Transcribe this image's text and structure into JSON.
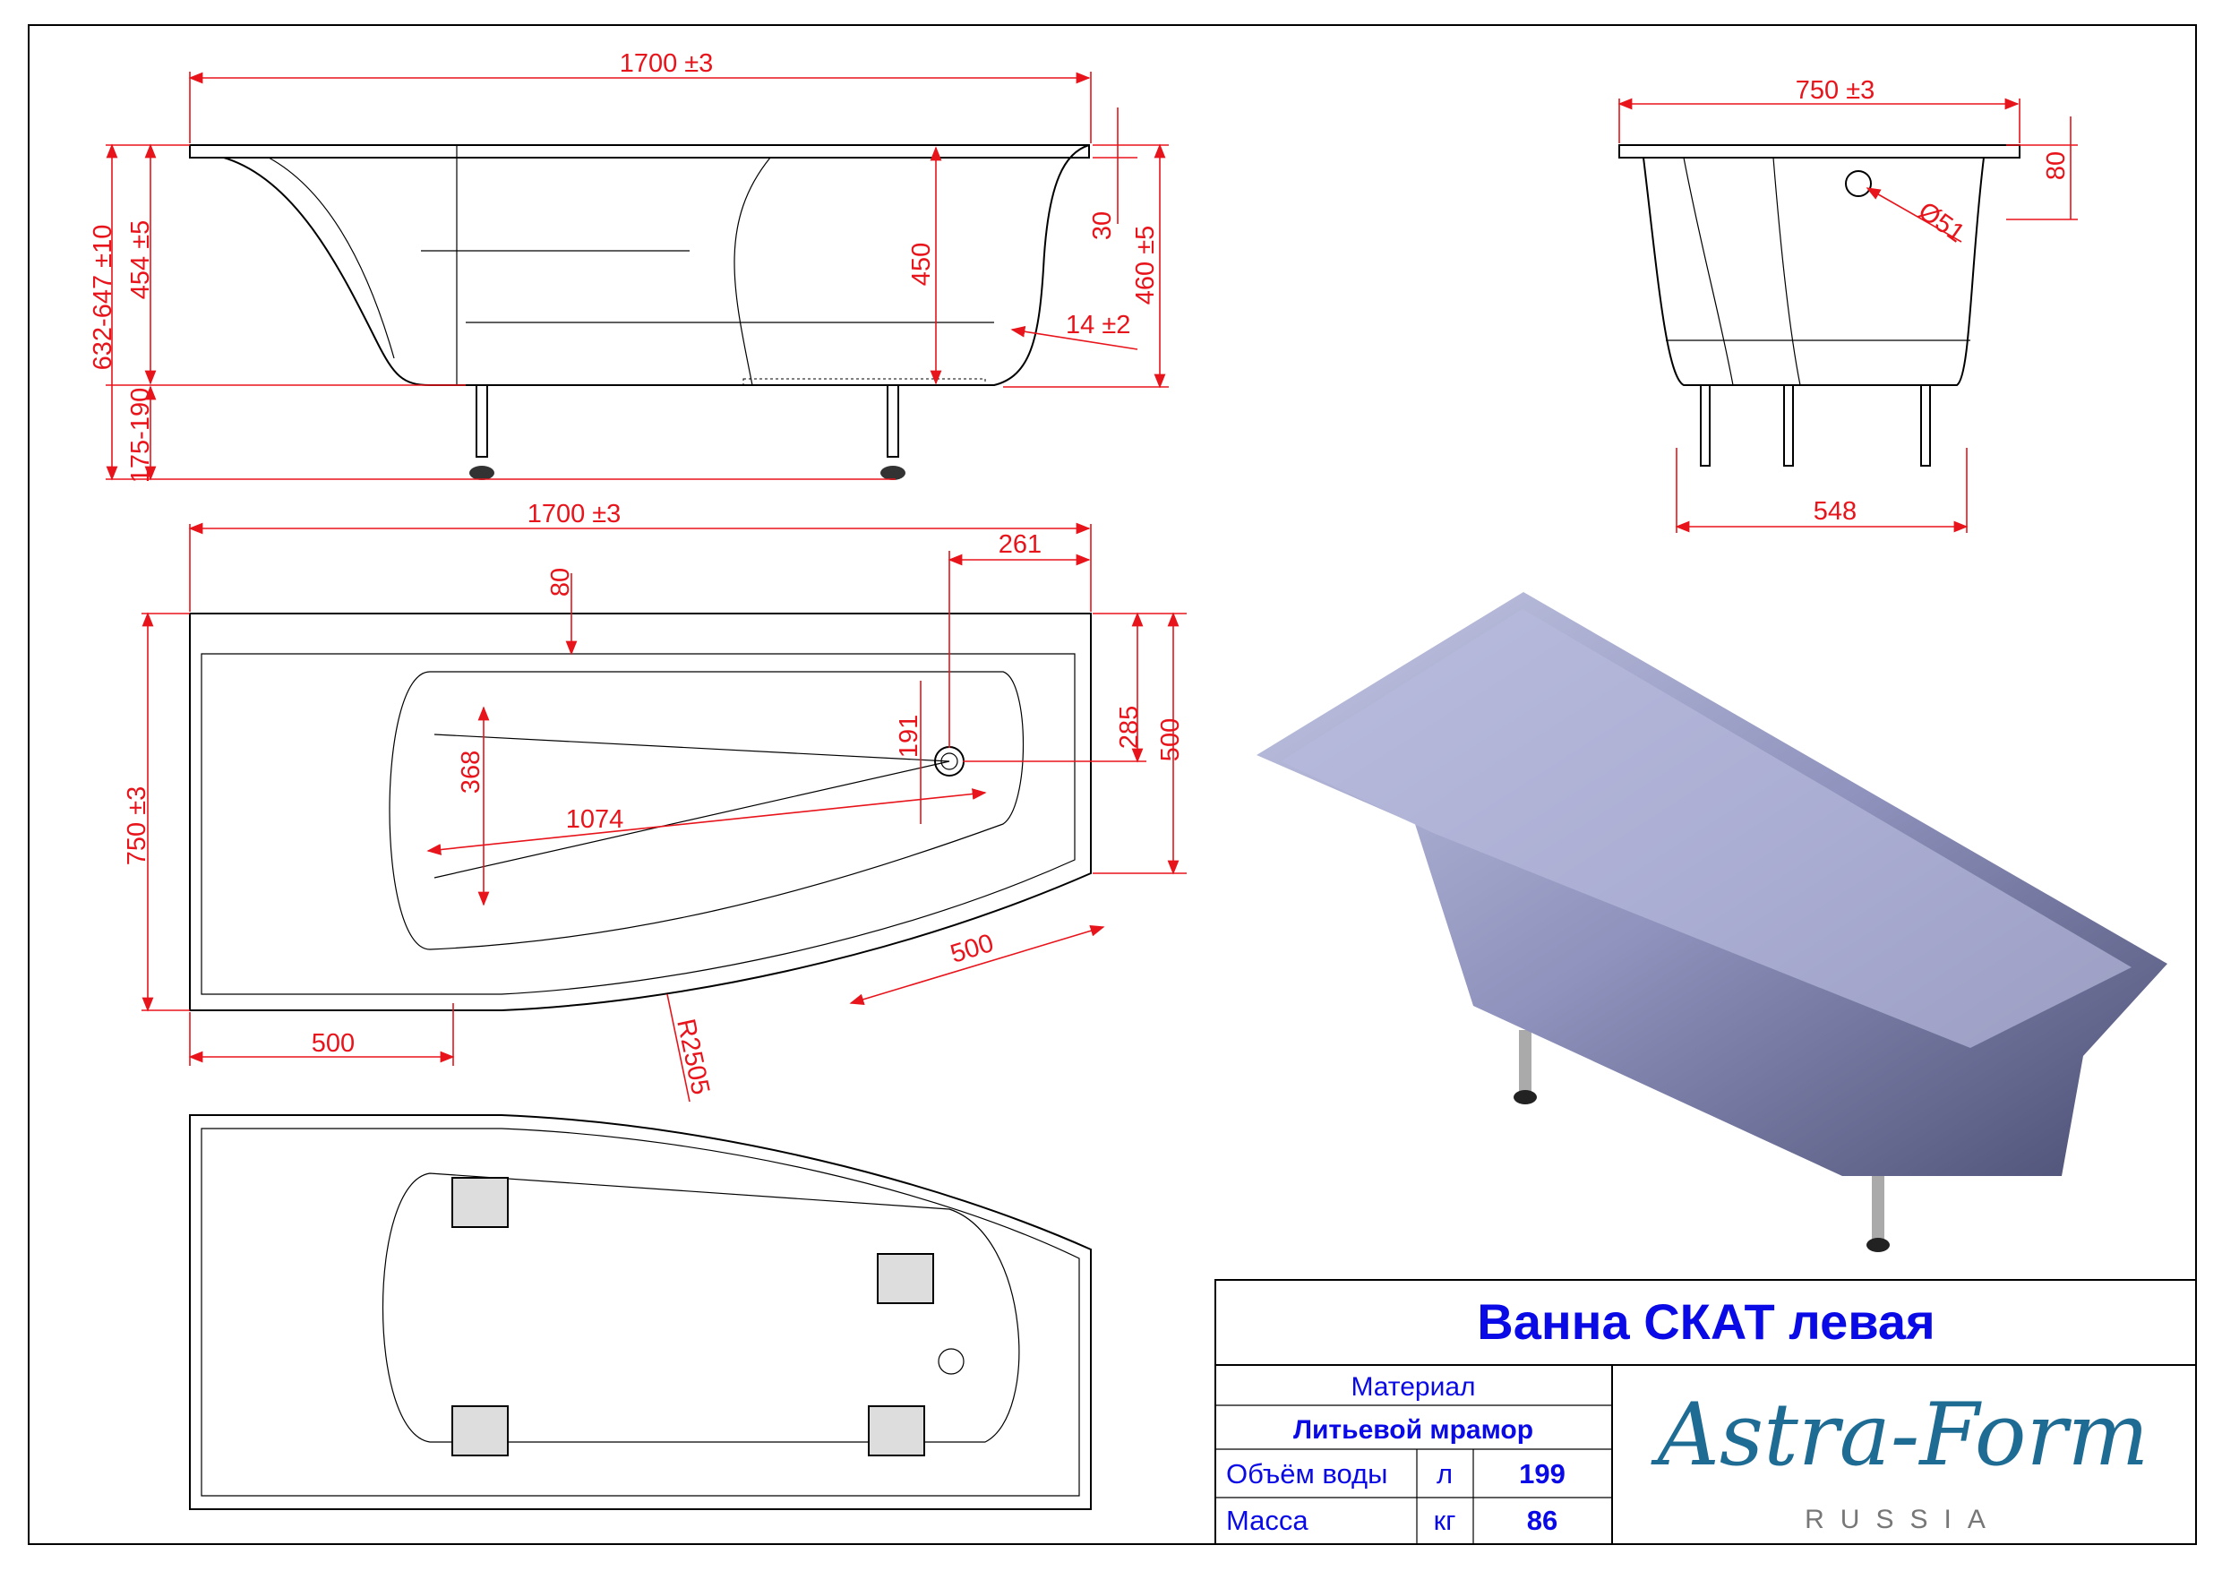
{
  "title_block": {
    "title": "Ванна СКАТ левая",
    "material_label": "Материал",
    "material_value": "Литьевой мрамор",
    "volume_label": "Объём воды",
    "volume_unit": "л",
    "volume_value": "199",
    "mass_label": "Масса",
    "mass_unit": "кг",
    "mass_value": "86",
    "logo_text": "Astra-Form",
    "logo_sub": "RUSSIA"
  },
  "side_view": {
    "length": "1700 ±3",
    "total_height": "632-647 ±10",
    "body_height": "454 ±5",
    "leg_height": "175-190",
    "inner_depth": "450",
    "rim": "30",
    "overall_height": "460 ±5",
    "wall": "14 ±2"
  },
  "end_view": {
    "width": "750 ±3",
    "rim": "80",
    "drain": "Ø51",
    "leg_span": "548"
  },
  "top_view": {
    "length": "1700 ±3",
    "drain_offset": "261",
    "rim": "80",
    "drain_y": "285",
    "narrow_width": "500",
    "drain_depth": "191",
    "inner_width": "368",
    "inner_length": "1074",
    "width": "750 ±3",
    "straight_left": "500",
    "straight_diag": "500",
    "radius": "R2505"
  },
  "colors": {
    "dimension": "#e8141b",
    "title": "#0a0ae6",
    "logo": "#1e6c93",
    "render": "#9ea3c8"
  }
}
